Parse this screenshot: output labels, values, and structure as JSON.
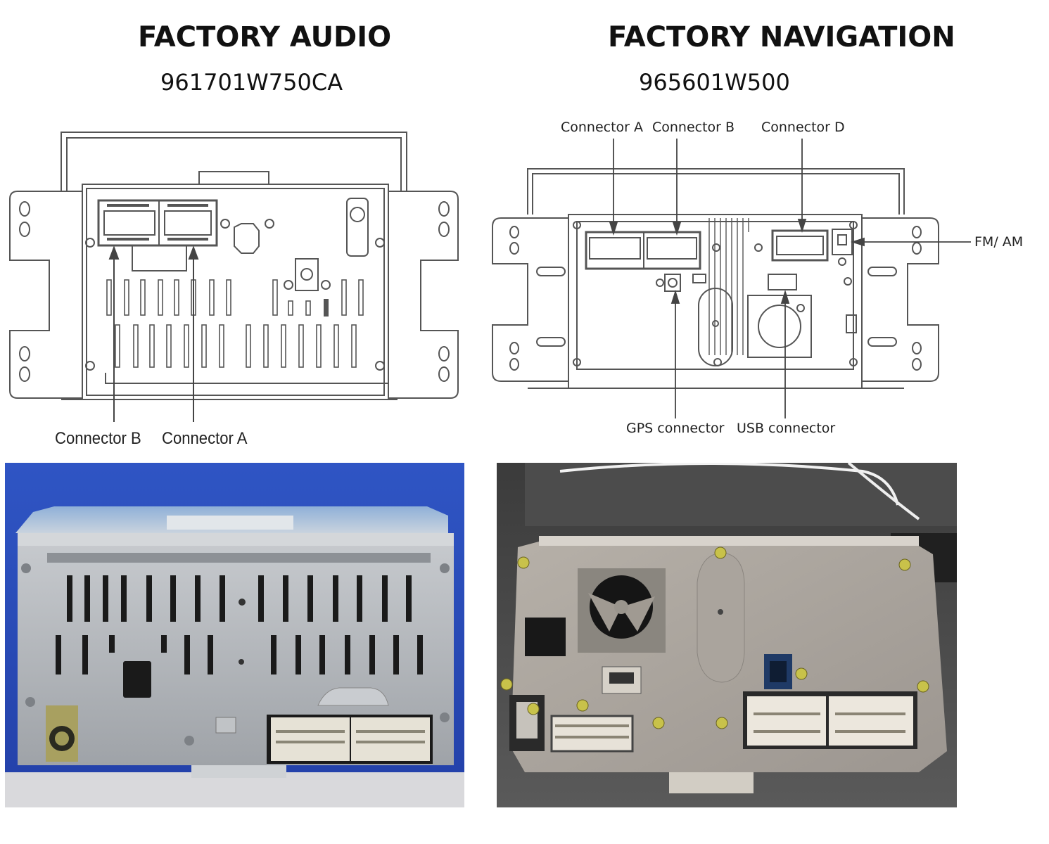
{
  "audio": {
    "title": "FACTORY AUDIO",
    "part_number": "961701W750CA",
    "labels": {
      "connector_b": "Connector B",
      "connector_a": "Connector A"
    }
  },
  "navigation": {
    "title": "FACTORY NAVIGATION",
    "part_number": "965601W500",
    "labels": {
      "connector_a": "Connector A",
      "connector_b": "Connector B",
      "connector_d": "Connector D",
      "fm_am": "FM/ AM",
      "gps": "GPS connector",
      "usb": "USB connector"
    }
  },
  "colors": {
    "line": "#555555",
    "photo_bg_audio": "#2a48b8",
    "metal": "#b9bcc0",
    "photo_bg_nav": "#4a4a4a"
  }
}
